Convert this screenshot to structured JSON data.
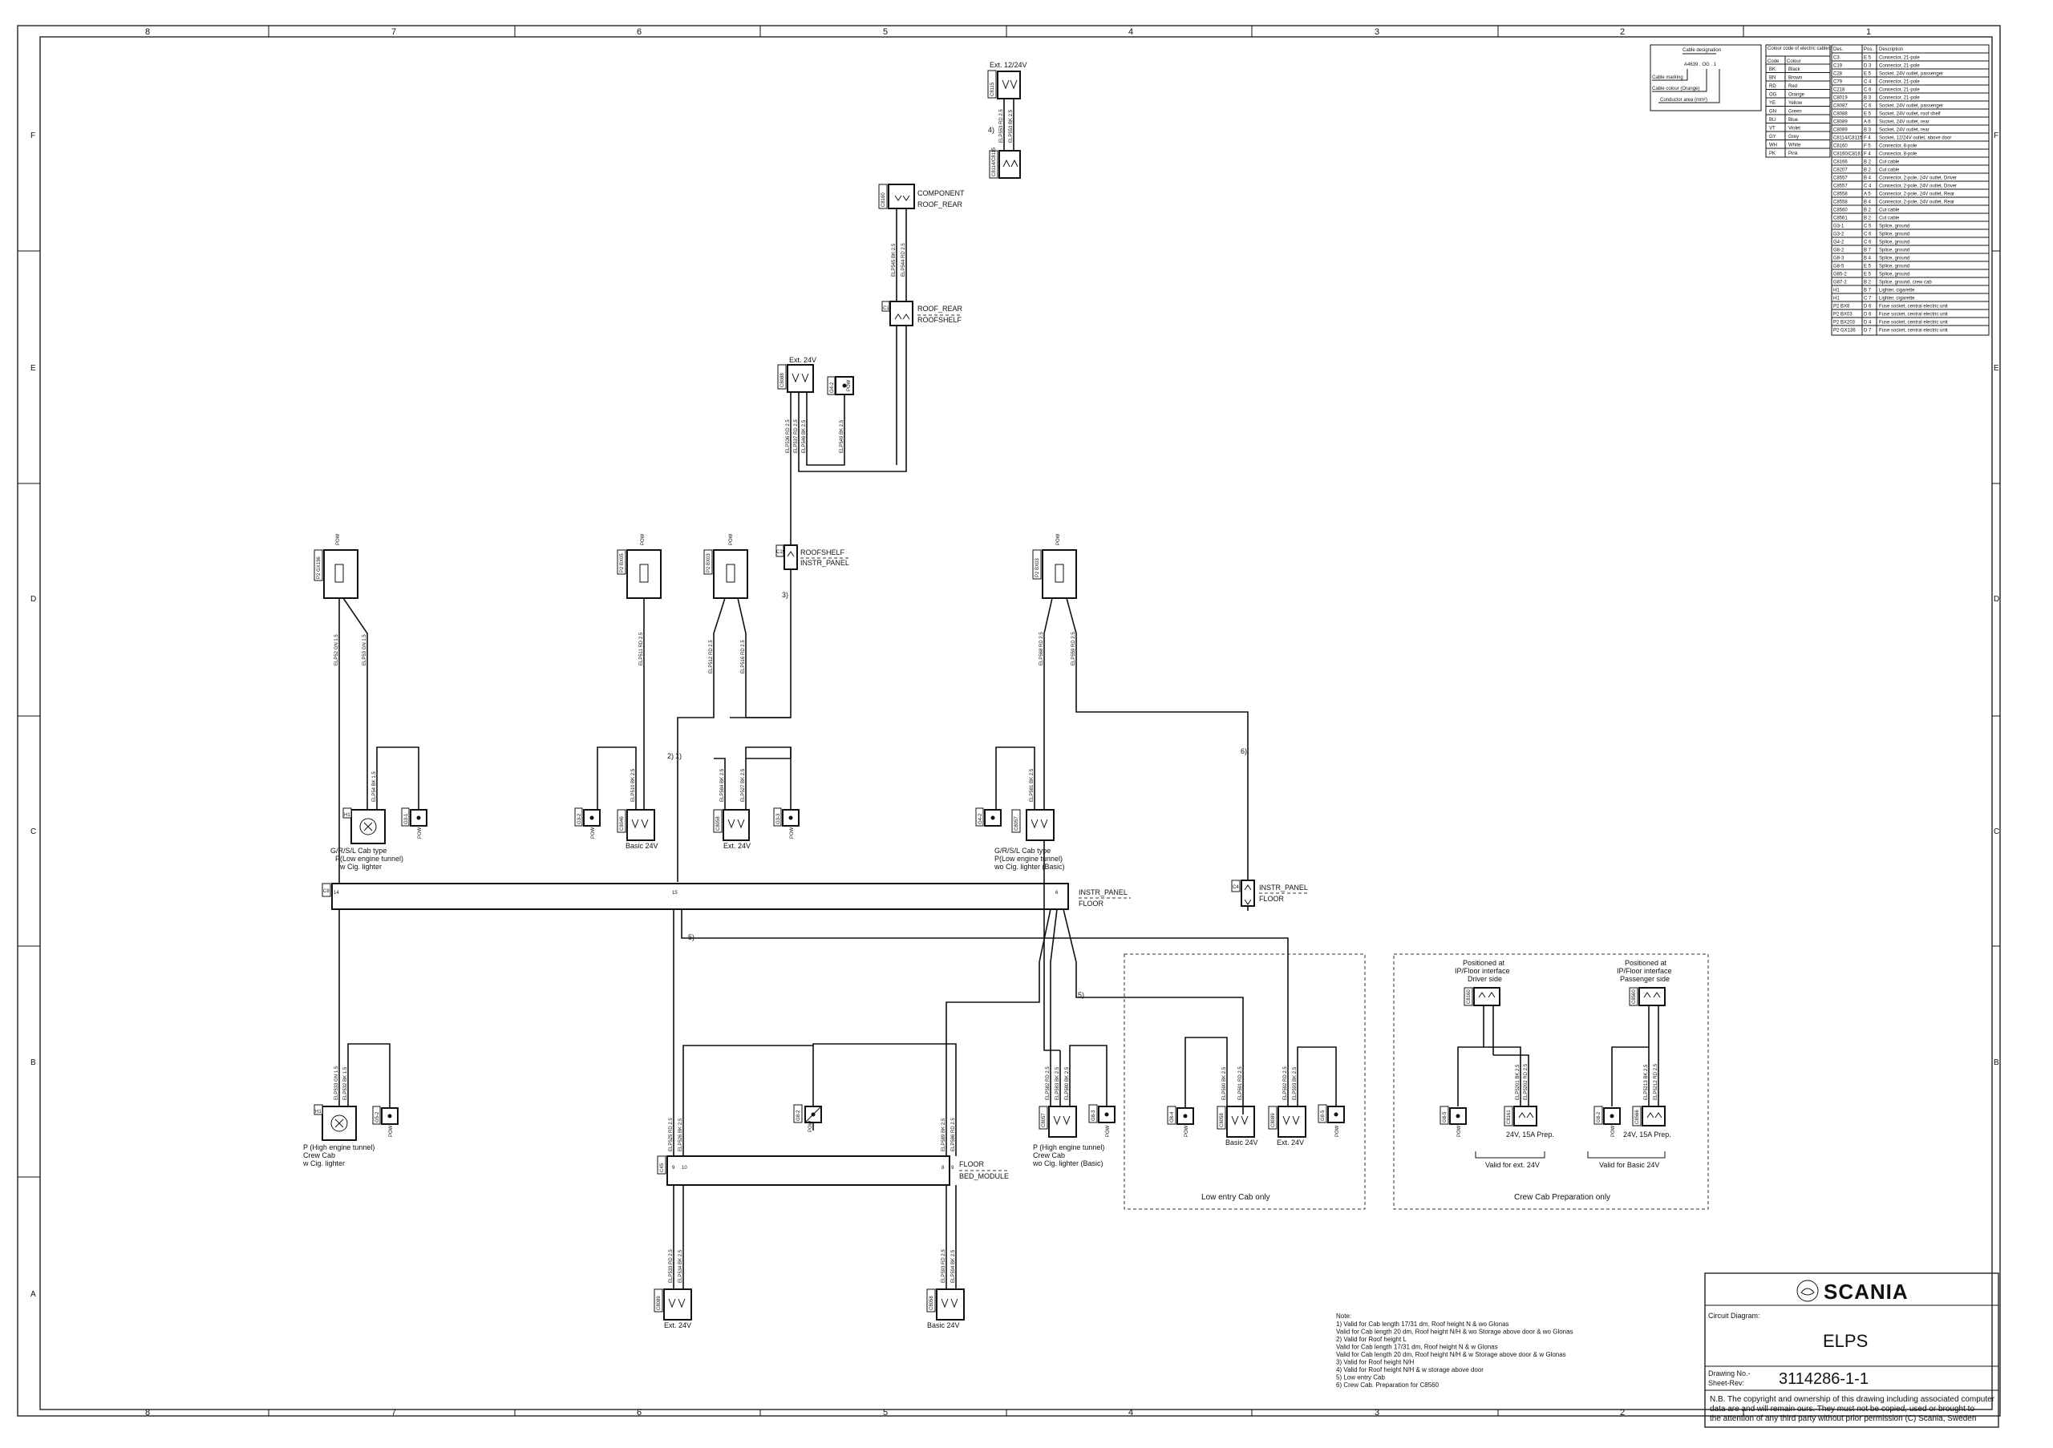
{
  "grid": {
    "columns": [
      "8",
      "7",
      "6",
      "5",
      "4",
      "3",
      "2",
      "1"
    ],
    "rows": [
      "F",
      "E",
      "D",
      "C",
      "B",
      "A"
    ]
  },
  "components": {
    "ext_12_24": {
      "id": "C8115",
      "label": "Ext. 12/24V",
      "wires": [
        "ELP553 RD 2.5",
        "ELP553 BK 2.5"
      ],
      "note": "4)",
      "plug_id": "C8114/C8115"
    },
    "comp_roof_rear": {
      "id": "C8160",
      "labels": [
        "COMPONENT",
        "ROOF_REAR"
      ],
      "wires": [
        "ELP545 BK 2.5",
        "ELP544 RD 2.5"
      ]
    },
    "roofshelf_conn": {
      "id": "C1",
      "labels": [
        "ROOF_REAR",
        "ROOFSHELF"
      ]
    },
    "ext24_top": {
      "id": "C8088",
      "label": "Ext. 24V",
      "ground": "G4-2",
      "pow": "POW",
      "wires": [
        "ELP536 RD 2.5",
        "ELP537 RD 2.5",
        "ELP546 BK 2.5",
        "ELP549 BK 2.5"
      ]
    },
    "roofshelf_instr": {
      "id": "C19",
      "labels": [
        "ROOFSHELF",
        "INSTR_PANEL"
      ],
      "note": "3)"
    },
    "fuse1": {
      "id": "P2 GX136",
      "pow": "POW",
      "wires": [
        "ELP52 GN 1.5",
        "ELP53 GN 1.5"
      ]
    },
    "fuse2": {
      "id": "P2 BX05",
      "pow": "POW",
      "wires": [
        "ELP511 RD 2.5"
      ]
    },
    "fuse3": {
      "id": "P2 BX03",
      "pow": "POW",
      "wires": [
        "ELP512 RD 2.5",
        "ELP516 RD 2.5"
      ]
    },
    "fuse4": {
      "id": "P2 BX03",
      "pow": "POW",
      "wires": [
        "ELP568 RD 2.5",
        "ELP559 RD 2.5"
      ]
    },
    "notes_d": {
      "n2": "2)",
      "n1": "1)",
      "n6": "6)"
    },
    "lighter1": {
      "id": "H1",
      "ground": "G3-1",
      "pow": "POW",
      "wire": "ELP54 BK 1.5",
      "caption": [
        "G/R/S/L Cab type",
        "P(Low engine tunnel)",
        "w Cig. lighter"
      ]
    },
    "basic24_mid": {
      "id": "C8046",
      "ground": "G3-2",
      "pow": "POW",
      "wire": "ELP510 BK 2.5",
      "caption": "Basic 24V"
    },
    "ext24_mid": {
      "id": "C8058",
      "ground": "G3-3",
      "pow": "POW",
      "wires": [
        "ELP584 BK 2.5",
        "ELP527 BK 2.5"
      ],
      "caption": "Ext. 24V"
    },
    "basic_lighter": {
      "id": "C8057",
      "ground": "G4-2",
      "wire": "ELP581 BK 2.5",
      "caption": [
        "G/R/S/L Cab type",
        "P(Low engine tunnel)",
        "wo Cig. lighter (Basic)"
      ]
    },
    "instr_floor_bus": {
      "id": "C8",
      "labels": [
        "INSTR_PANEL",
        "FLOOR"
      ],
      "pins": [
        "14",
        "15",
        "6"
      ]
    },
    "instr_floor_small": {
      "id": "C4",
      "labels": [
        "INSTR_PANEL",
        "FLOOR"
      ]
    },
    "note5a": "5)",
    "note5b": "5)",
    "lighter2": {
      "id": "H1",
      "ground": "G5-2",
      "pow": "POW",
      "wires": [
        "ELP533 GN 1.5",
        "ELP532 BK 1.5"
      ],
      "caption": [
        "P (High engine tunnel)",
        "Crew Cab",
        "w Cig. lighter"
      ]
    },
    "ground_mid": {
      "id": "G8-2",
      "pow": "POW"
    },
    "bed_bus": {
      "id": "C45",
      "labels": [
        "FLOOR",
        "BED_MODULE"
      ],
      "pins": [
        "9",
        "10",
        "8",
        "9"
      ],
      "wires": [
        "ELP525 RD 2.5",
        "ELP526 BK 2.5",
        "ELP589 BK 2.5",
        "ELP586 RD 2.5"
      ]
    },
    "high_basic": {
      "id": "C8057",
      "ground": "G8-3",
      "pow": "POW",
      "wires": [
        "ELP582 RD 2.5",
        "ELP583 BK 2.5",
        "ELP580 BK 2.5"
      ],
      "caption": [
        "P (High engine tunnel)",
        "Crew Cab",
        "wo Cig. lighter (Basic)"
      ]
    },
    "ext24_bottom": {
      "id": "C8089",
      "caption": "Ext. 24V",
      "wires": [
        "ELP533 RD 2.5",
        "ELP534 BK 2.5"
      ]
    },
    "basic24_bottom": {
      "id": "C8058",
      "caption": "Basic 24V",
      "wires": [
        "ELP593 RD 2.5",
        "ELP594 BK 2.5"
      ]
    },
    "low_entry": {
      "title": "Low entry Cab only",
      "left": {
        "id": "G8-4",
        "pow": "POW"
      },
      "basic": {
        "id": "C8058",
        "caption": "Basic 24V",
        "wires": [
          "ELP590 BK 2.5",
          "ELP591 RD 2.5"
        ]
      },
      "ext": {
        "id": "C8089",
        "caption": "Ext. 24V",
        "wires": [
          "ELP592 RD 2.5",
          "ELP593 BK 2.5"
        ]
      },
      "right": {
        "id": "G8-5",
        "pow": "POW"
      }
    },
    "crew_prep": {
      "title": "Crew Cab Preparation only",
      "driver": {
        "id": "C8160",
        "caption": [
          "Positioned at",
          "IP/Floor interface",
          "Driver side"
        ]
      },
      "passenger": {
        "id": "C8560",
        "caption": [
          "Positioned at",
          "IP/Floor interface",
          "Passenger side"
        ]
      },
      "left_ground": {
        "id": "G8-5",
        "pow": "POW"
      },
      "left_socket": {
        "id": "C8161",
        "caption": "24V, 15A Prep.",
        "wires": [
          "ELP5201 BK 2.5",
          "ELP5202 RD 2.5"
        ]
      },
      "right_ground": {
        "id": "G8-2",
        "pow": "POW"
      },
      "right_socket": {
        "id": "C8566",
        "caption": "24V, 15A Prep.",
        "wires": [
          "ELP5213 BK 2.5",
          "ELP5212 RD 2.5"
        ]
      },
      "valid_ext": "Valid for ext. 24V",
      "valid_basic": "Valid for Basic 24V"
    }
  },
  "cable_designation": {
    "title": "Cable designation",
    "example": "A4639 . OG . 1",
    "rows": [
      "Cable marking",
      "Cable colour (Orange)",
      "Conductor area (mm²)"
    ]
  },
  "colour_table": {
    "header": [
      "Colour code of electric cables"
    ],
    "cols": [
      "Code",
      "Colour"
    ],
    "rows": [
      [
        "BK",
        "Black"
      ],
      [
        "BN",
        "Brown"
      ],
      [
        "RD",
        "Red"
      ],
      [
        "OG",
        "Orange"
      ],
      [
        "YE",
        "Yellow"
      ],
      [
        "GN",
        "Green"
      ],
      [
        "BU",
        "Blue"
      ],
      [
        "VT",
        "Violet"
      ],
      [
        "GY",
        "Grey"
      ],
      [
        "WH",
        "White"
      ],
      [
        "PK",
        "Pink"
      ]
    ]
  },
  "parts_table": {
    "cols": [
      "Des.",
      "Pos.",
      "Description"
    ],
    "rows": [
      [
        "C3",
        "E 5",
        "Connector, 21-pole"
      ],
      [
        "C19",
        "D 3",
        "Connector, 21-pole"
      ],
      [
        "C28",
        "E 5",
        "Socket, 24V outlet, passenger"
      ],
      [
        "C79",
        "C 4",
        "Connector, 21-pole"
      ],
      [
        "C218",
        "C 6",
        "Connector, 21-pole"
      ],
      [
        "C8019",
        "B 3",
        "Connector, 21-pole"
      ],
      [
        "C8087",
        "C 6",
        "Socket, 24V outlet, passenger"
      ],
      [
        "C8088",
        "E 5",
        "Socket, 24V outlet, roof shelf"
      ],
      [
        "C8089",
        "A 6",
        "Socket, 24V outlet, rear"
      ],
      [
        "C8089",
        "B 3",
        "Socket, 24V outlet, rear"
      ],
      [
        "C8114/C8115",
        "F 4",
        "Socket, 12/24V outlet, above door"
      ],
      [
        "C8160",
        "F 5",
        "Connector, 8-pole"
      ],
      [
        "C8160/C8161",
        "F 4",
        "Connector, 8-pole"
      ],
      [
        "C8166",
        "B 2",
        "Cut cable"
      ],
      [
        "C8207",
        "B 2",
        "Cut cable"
      ],
      [
        "C8557",
        "B 4",
        "Connector, 2-pole, 24V outlet, Driver"
      ],
      [
        "C8557",
        "C 4",
        "Connector, 2-pole, 24V outlet, Driver"
      ],
      [
        "C8558",
        "A 5",
        "Connector, 2-pole, 24V outlet, Rear"
      ],
      [
        "C8558",
        "B 4",
        "Connector, 2-pole, 24V outlet, Rear"
      ],
      [
        "C8560",
        "B 2",
        "Cut cable"
      ],
      [
        "C8561",
        "B 2",
        "Cut cable"
      ],
      [
        "G3-1",
        "C 5",
        "Splice, ground"
      ],
      [
        "G3-2",
        "C 6",
        "Splice, ground"
      ],
      [
        "G4-2",
        "C 6",
        "Splice, ground"
      ],
      [
        "G8-2",
        "B 7",
        "Splice, ground"
      ],
      [
        "G8-3",
        "B 4",
        "Splice, ground"
      ],
      [
        "G8-5",
        "E 5",
        "Splice, ground"
      ],
      [
        "G85-2",
        "E 5",
        "Splice, ground"
      ],
      [
        "G87-2",
        "B 2",
        "Splice, ground, crew cab"
      ],
      [
        "H1",
        "B 7",
        "Lighter, cigarette"
      ],
      [
        "H1",
        "C 7",
        "Lighter, cigarette"
      ],
      [
        "P2 BX8",
        "D 6",
        "Fuse socket, central electric unit"
      ],
      [
        "P2 BX03",
        "D 6",
        "Fuse socket, central electric unit"
      ],
      [
        "P2 BX203",
        "D 4",
        "Fuse socket, central electric unit"
      ],
      [
        "P2 GX136",
        "D 7",
        "Fuse socket, central electric unit"
      ]
    ]
  },
  "notes": {
    "title": "Note:",
    "lines": [
      "1) Valid for Cab length 17/31 dm, Roof height N & wo Glonas",
      "Valid for Cab length 20 dm, Roof height N/H & wo Storage above door & wo Glonas",
      "2) Valid for Roof height L",
      "Valid for Cab length 17/31 dm, Roof height N & w Glonas",
      "Valid for Cab length 20 dm, Roof height N/H & w Storage above door & w Glonas",
      "3) Valid for Roof height N/H",
      "4) Valid for Roof height N/H & w storage above door",
      "5) Low entry Cab",
      "6) Crew Cab. Preparation for C8560"
    ]
  },
  "title_block": {
    "brand": "SCANIA",
    "circuit_label": "Circuit Diagram:",
    "circuit": "ELPS",
    "drawing_label": "Drawing No.-",
    "sheet_label": "Sheet-Rev:",
    "drawing_no": "3114286-1-1",
    "copyright": [
      "N.B. The copyright and ownership of this drawing including associated computer",
      "data are and will remain ours. They must not be copied, used or brought to",
      "the attention of any third party without prior permission (C) Scania, Sweden"
    ]
  }
}
